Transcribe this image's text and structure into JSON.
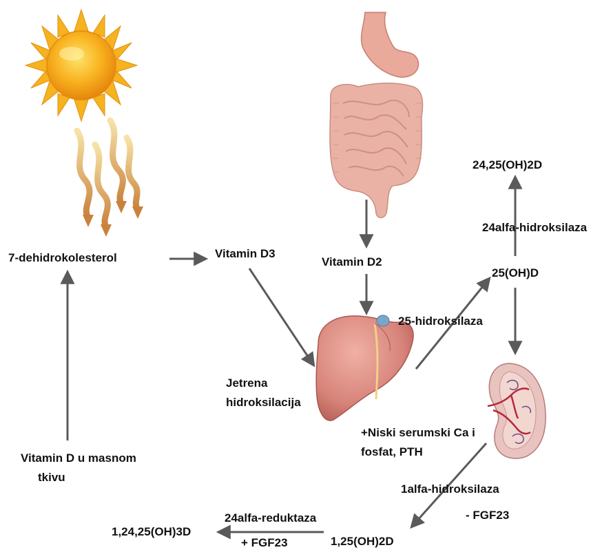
{
  "labels": {
    "dehydro": "7-dehidrokolesterol",
    "vitd3": "Vitamin D3",
    "vitd2": "Vitamin D2",
    "vitd_fat_line1": "Vitamin D u masnom",
    "vitd_fat_line2": "tkivu",
    "liver_line1": "Jetrena",
    "liver_line2": "hidroksilacija",
    "hydroxylase25": "25-hidroksilaza",
    "oh25d": "25(OH)D",
    "oh2425": "24,25(OH)2D",
    "hydroxylase24": "24alfa-hidroksilaza",
    "low_ca_line1": "+Niski serumski Ca i",
    "low_ca_line2": "fosfat, PTH",
    "hydroxylase1": "1alfa-hidroksilaza",
    "minus_fgf23": "- FGF23",
    "oh125": "1,25(OH)2D",
    "reductase24": "24alfa-reduktaza",
    "plus_fgf23": "+ FGF23",
    "oh12425": "1,24,25(OH)3D"
  },
  "colors": {
    "arrow": "#5a5a5a",
    "text": "#111111",
    "sun_core": "#f7a81c",
    "sun_rays": "#f6b21f",
    "heat_waves": "#d9a04a",
    "intestine": "#eab2a4",
    "stomach": "#e9a99b",
    "liver": "#d7847a",
    "gallbladder": "#7aa6c9",
    "kidney": "#e0b4b2",
    "kidney_vessels": "#b7253a"
  },
  "icons": [
    "sun-icon",
    "heat-waves-icon",
    "digestive-tract-icon",
    "liver-icon",
    "kidney-icon"
  ]
}
